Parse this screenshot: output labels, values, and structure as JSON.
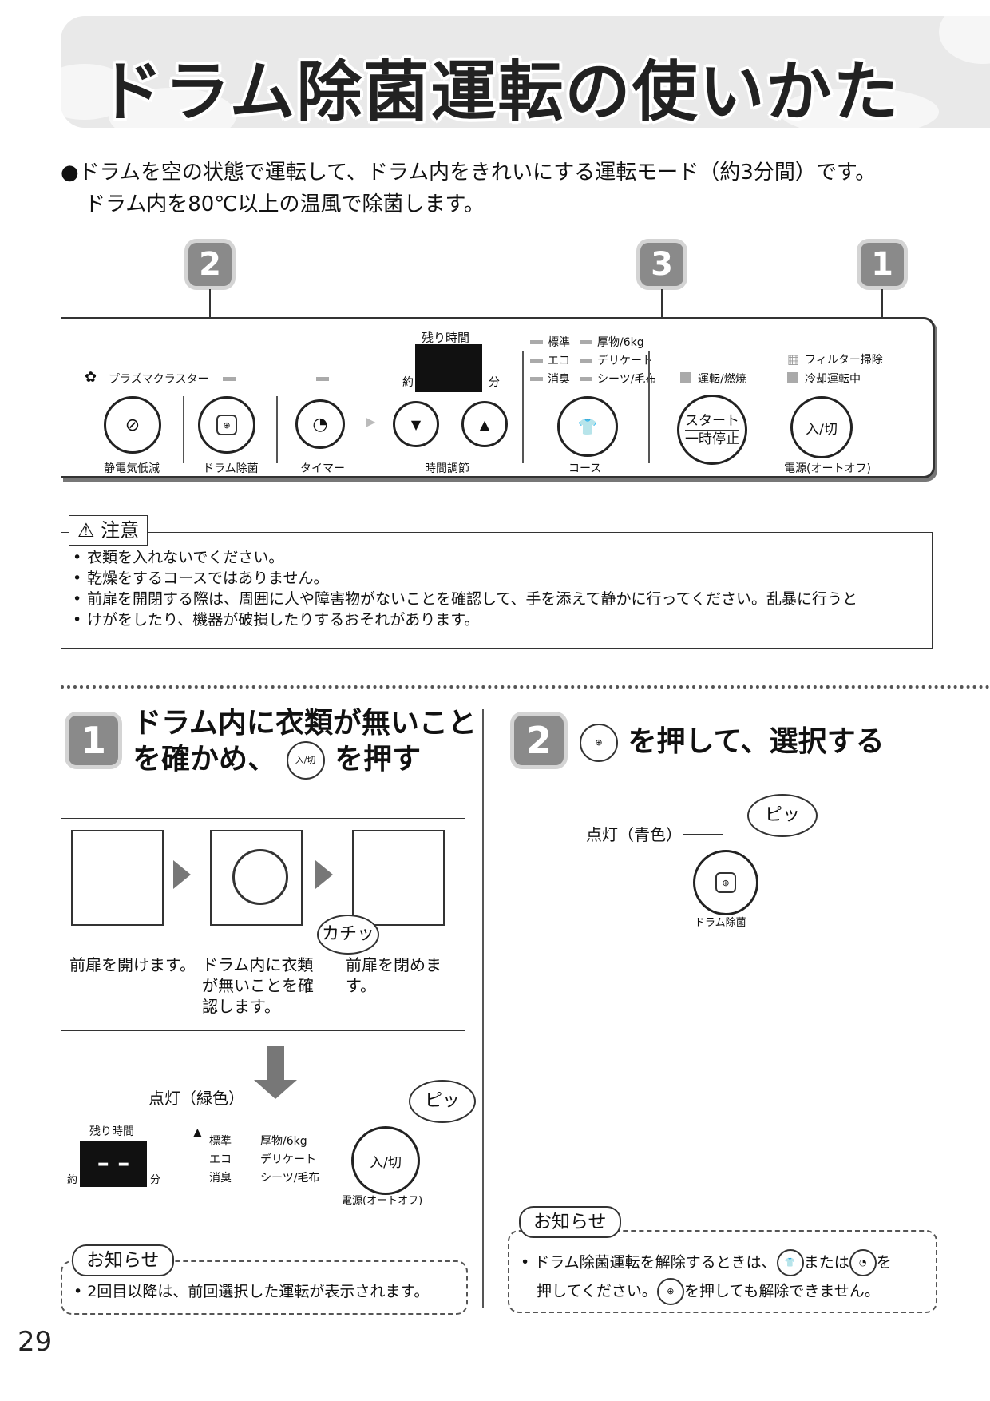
{
  "header": {
    "title": "ドラム除菌運転の使いかた"
  },
  "intro": {
    "line1": "●ドラムを空の状態で運転して、ドラム内をきれいにする運転モード（約3分間）です。",
    "line2": "ドラム内を80℃以上の温風で除菌します。"
  },
  "callouts": {
    "left": "2",
    "middle": "3",
    "right": "1"
  },
  "panel": {
    "brand": "プラズマクラスター",
    "remaining_time": "残り時間",
    "approx": "約",
    "minutes": "分",
    "courses": [
      "標準",
      "エコ",
      "消臭",
      "厚物/6kg",
      "デリケート",
      "シーツ/毛布"
    ],
    "filter": "フィルター掃除",
    "run_label": "運転/燃焼",
    "cooling": "冷却運転中",
    "buttons": {
      "static": "静電気低減",
      "drum": "ドラム除菌",
      "timer": "タイマー",
      "time_adjust": "時間調節",
      "course": "コース",
      "start_line1": "スタート",
      "start_line2": "一時停止",
      "power": "入/切",
      "power_caption": "電源(オートオフ)"
    }
  },
  "caution": {
    "title": "注意",
    "items": [
      "衣類を入れないでください。",
      "乾燥をするコースではありません。",
      "前扉を開閉する際は、周囲に人や障害物がないことを確認して、手を添えて静かに行ってください。乱暴に行うと",
      "けがをしたり、機器が破損したりするおそれがあります。"
    ]
  },
  "step1": {
    "number": "1",
    "title_line1": "ドラム内に衣類が無いこと",
    "title_line2_a": "を確かめ、",
    "title_line2_b": "を押す",
    "power_icon_label": "入/切",
    "captions": [
      "前扉を開けます。",
      "ドラム内に衣類",
      "が無いことを確",
      "認します。",
      "前扉を閉めます。"
    ],
    "click_sound": "カチッ",
    "lit_green": "点灯（緑色）",
    "beep": "ピッ",
    "display_label": "残り時間",
    "display_value": "– –",
    "approx": "約",
    "minutes": "分",
    "courses": [
      "標準",
      "エコ",
      "消臭",
      "厚物/6kg",
      "デリケート",
      "シーツ/毛布"
    ],
    "power_btn": "入/切",
    "power_caption": "電源(オートオフ)",
    "notice_title": "お知らせ",
    "notice_text": "• 2回目以降は、前回選択した運転が表示されます。"
  },
  "step2": {
    "number": "2",
    "title": "を押して、選択する",
    "lit_blue": "点灯（青色）",
    "beep": "ピッ",
    "button_caption": "ドラム除菌",
    "notice_title": "お知らせ",
    "notice_line1_a": "• ドラム除菌運転を解除するときは、",
    "notice_line1_b": "または",
    "notice_line1_c": "を",
    "notice_line2_a": "押してください。",
    "notice_line2_b": "を押しても解除できません。"
  },
  "page_number": "29"
}
